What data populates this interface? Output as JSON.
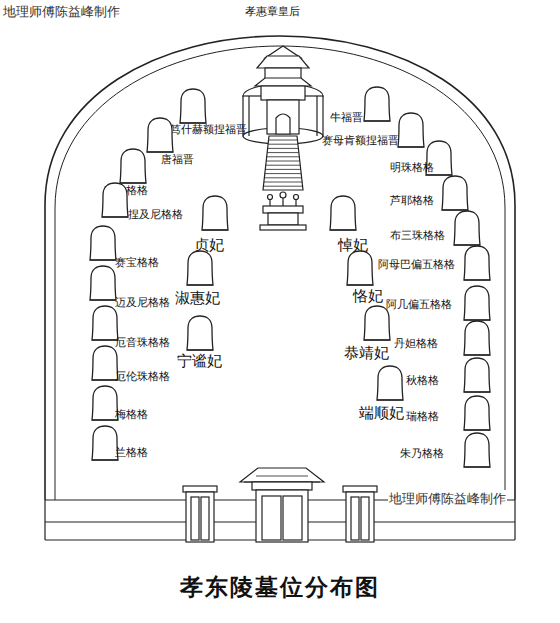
{
  "diagram": {
    "title": "孝东陵墓位分布图",
    "nodes": [
      {
        "text": [
          "孝惠章皇后"
        ]
      },
      {
        "text": [
          "牛福晋"
        ]
      },
      {
        "text": [
          "笃什赫额捏福晋"
        ]
      },
      {
        "text": [
          "赛母肯额捏福晋"
        ]
      },
      {
        "text": [
          "唐福晋"
        ]
      },
      {
        "text": [
          "明珠格格"
        ]
      },
      {
        "text": [
          "京及格格"
        ]
      },
      {
        "text": [
          "芦耶格格"
        ]
      },
      {
        "text": [
          "捏及尼格格"
        ]
      },
      {
        "text": [
          "布三珠格格"
        ]
      },
      {
        "text": [
          "贞妃"
        ]
      },
      {
        "text": [
          "悼妃"
        ]
      },
      {
        "text": [
          "赛宝格格"
        ]
      },
      {
        "text": [
          "阿母巴偏五格格"
        ]
      },
      {
        "text": [
          "淑惠妃"
        ]
      },
      {
        "text": [
          "恪妃"
        ]
      },
      {
        "text": [
          "迈及尼格格"
        ]
      },
      {
        "text": [
          "阿几偏五格格"
        ]
      },
      {
        "text": [
          "厄音珠格格"
        ]
      },
      {
        "text": [
          "丹妲格格"
        ]
      },
      {
        "text": [
          "宁谧妃"
        ]
      },
      {
        "text": [
          "恭靖妃"
        ]
      },
      {
        "text": [
          "厄伦珠格格"
        ]
      },
      {
        "text": [
          "秋格格"
        ]
      },
      {
        "text": [
          "梅格格"
        ]
      },
      {
        "text": [
          "瑞格格"
        ]
      },
      {
        "text": [
          "端顺妃"
        ]
      },
      {
        "text": [
          "兰格格"
        ]
      },
      {
        "text": [
          "朱乃格格"
        ]
      }
    ],
    "labels": [
      "地理师傅陈益峰制作",
      "地理师傅陈益峰制作"
    ]
  }
}
